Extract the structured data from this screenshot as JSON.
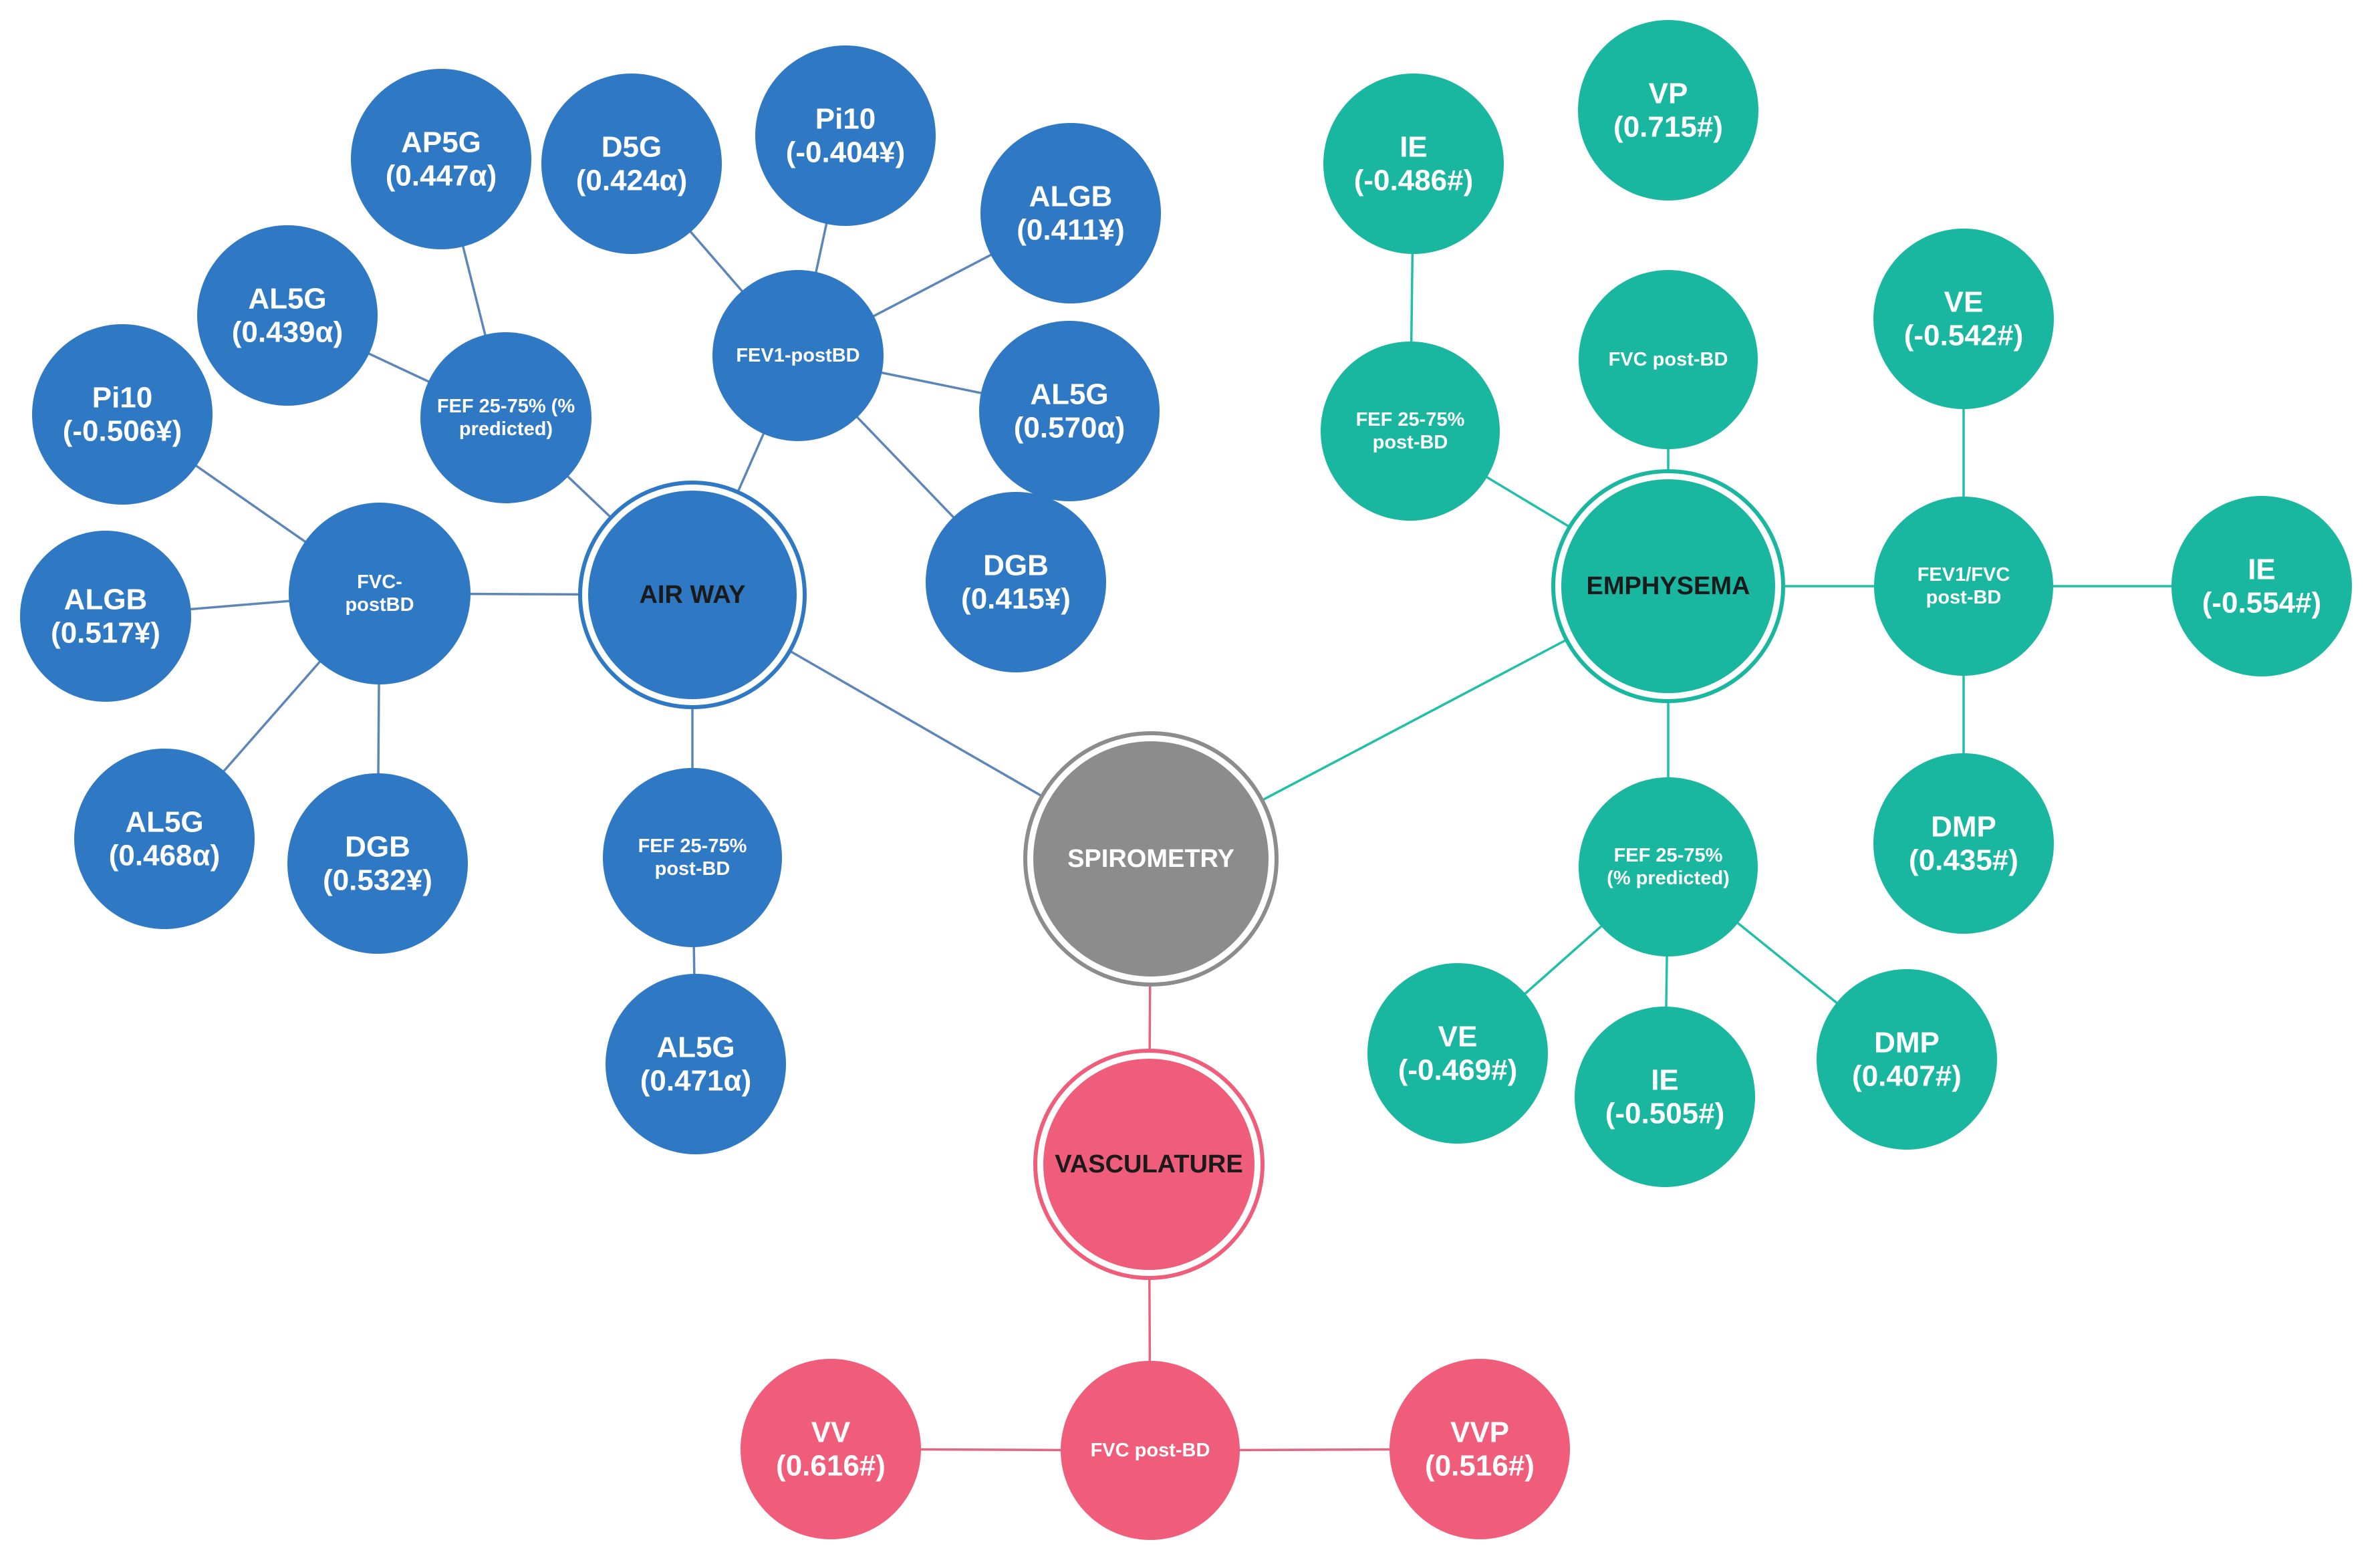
{
  "colors": {
    "airway": "#2f78c4",
    "emphysema": "#19b79f",
    "vasculature": "#ef5d7b",
    "spirometry": "#8c8c8c",
    "airway_edge": "#5d86b8",
    "emphysema_edge": "#1fbfa8",
    "vasculature_edge": "#e5647f"
  },
  "nodes": [
    {
      "id": "spirometry",
      "group": "spirometry",
      "kind": "hub",
      "lines": [
        "SPIROMETRY"
      ]
    },
    {
      "id": "airway",
      "group": "airway",
      "kind": "hub",
      "lines": [
        "AIR WAY"
      ]
    },
    {
      "id": "emphysema",
      "group": "emphysema",
      "kind": "hub",
      "lines": [
        "EMPHYSEMA"
      ]
    },
    {
      "id": "vasculature",
      "group": "vasculature",
      "kind": "hub",
      "lines": [
        "VASCULATURE"
      ]
    },
    {
      "id": "aw_fvc",
      "group": "airway",
      "kind": "mid",
      "lines": [
        "FVC-",
        "postBD"
      ]
    },
    {
      "id": "aw_fef_pred",
      "group": "airway",
      "kind": "mid",
      "lines": [
        "FEF 25-75% (%",
        "predicted)"
      ]
    },
    {
      "id": "aw_fev1",
      "group": "airway",
      "kind": "mid",
      "lines": [
        "FEV1-postBD"
      ]
    },
    {
      "id": "aw_fef_post",
      "group": "airway",
      "kind": "mid",
      "lines": [
        "FEF 25-75%",
        "post-BD"
      ]
    },
    {
      "id": "aw_pi10_a",
      "group": "airway",
      "kind": "leaf",
      "lines": [
        "Pi10",
        "(-0.506¥)"
      ]
    },
    {
      "id": "aw_algb_a",
      "group": "airway",
      "kind": "leaf",
      "lines": [
        "ALGB",
        "(0.517¥)"
      ]
    },
    {
      "id": "aw_al5g_a",
      "group": "airway",
      "kind": "leaf",
      "lines": [
        "AL5G",
        "(0.468α)"
      ]
    },
    {
      "id": "aw_dgb_a",
      "group": "airway",
      "kind": "leaf",
      "lines": [
        "DGB",
        "(0.532¥)"
      ]
    },
    {
      "id": "aw_al5g_b",
      "group": "airway",
      "kind": "leaf",
      "lines": [
        "AL5G",
        "(0.439α)"
      ]
    },
    {
      "id": "aw_ap5g",
      "group": "airway",
      "kind": "leaf",
      "lines": [
        "AP5G",
        "(0.447α)"
      ]
    },
    {
      "id": "aw_d5g",
      "group": "airway",
      "kind": "leaf",
      "lines": [
        "D5G",
        "(0.424α)"
      ]
    },
    {
      "id": "aw_pi10_b",
      "group": "airway",
      "kind": "leaf",
      "lines": [
        "Pi10",
        "(-0.404¥)"
      ]
    },
    {
      "id": "aw_algb_b",
      "group": "airway",
      "kind": "leaf",
      "lines": [
        "ALGB",
        "(0.411¥)"
      ]
    },
    {
      "id": "aw_al5g_c",
      "group": "airway",
      "kind": "leaf",
      "lines": [
        "AL5G",
        "(0.570α)"
      ]
    },
    {
      "id": "aw_dgb_b",
      "group": "airway",
      "kind": "leaf",
      "lines": [
        "DGB",
        "(0.415¥)"
      ]
    },
    {
      "id": "aw_al5g_d",
      "group": "airway",
      "kind": "leaf",
      "lines": [
        "AL5G",
        "(0.471α)"
      ]
    },
    {
      "id": "em_fef_post",
      "group": "emphysema",
      "kind": "mid",
      "lines": [
        "FEF 25-75%",
        "post-BD"
      ]
    },
    {
      "id": "em_fvc",
      "group": "emphysema",
      "kind": "mid",
      "lines": [
        "FVC post-BD"
      ]
    },
    {
      "id": "em_fev1fvc",
      "group": "emphysema",
      "kind": "mid",
      "lines": [
        "FEV1/FVC",
        "post-BD"
      ]
    },
    {
      "id": "em_fef_pred",
      "group": "emphysema",
      "kind": "mid",
      "lines": [
        "FEF 25-75%",
        "(% predicted)"
      ]
    },
    {
      "id": "em_vp",
      "group": "emphysema",
      "kind": "leaf",
      "lines": [
        "VP",
        "(0.715#)"
      ]
    },
    {
      "id": "em_ie_a",
      "group": "emphysema",
      "kind": "leaf",
      "lines": [
        "IE",
        "(-0.486#)"
      ]
    },
    {
      "id": "em_ve_a",
      "group": "emphysema",
      "kind": "leaf",
      "lines": [
        "VE",
        "(-0.542#)"
      ]
    },
    {
      "id": "em_ie_b",
      "group": "emphysema",
      "kind": "leaf",
      "lines": [
        "IE",
        "(-0.554#)"
      ]
    },
    {
      "id": "em_dmp_a",
      "group": "emphysema",
      "kind": "leaf",
      "lines": [
        "DMP",
        "(0.435#)"
      ]
    },
    {
      "id": "em_ve_b",
      "group": "emphysema",
      "kind": "leaf",
      "lines": [
        "VE",
        "(-0.469#)"
      ]
    },
    {
      "id": "em_ie_c",
      "group": "emphysema",
      "kind": "leaf",
      "lines": [
        "IE",
        "(-0.505#)"
      ]
    },
    {
      "id": "em_dmp_b",
      "group": "emphysema",
      "kind": "leaf",
      "lines": [
        "DMP",
        "(0.407#)"
      ]
    },
    {
      "id": "va_fvc",
      "group": "vasculature",
      "kind": "mid",
      "lines": [
        "FVC post-BD"
      ]
    },
    {
      "id": "va_vv",
      "group": "vasculature",
      "kind": "leaf",
      "lines": [
        "VV",
        "(0.616#)"
      ]
    },
    {
      "id": "va_vvp",
      "group": "vasculature",
      "kind": "leaf",
      "lines": [
        "VVP",
        "(0.516#)"
      ]
    }
  ],
  "edges": [
    [
      "spirometry",
      "airway"
    ],
    [
      "spirometry",
      "emphysema"
    ],
    [
      "spirometry",
      "vasculature"
    ],
    [
      "airway",
      "aw_fvc"
    ],
    [
      "airway",
      "aw_fef_pred"
    ],
    [
      "airway",
      "aw_fev1"
    ],
    [
      "airway",
      "aw_fef_post"
    ],
    [
      "aw_fvc",
      "aw_pi10_a"
    ],
    [
      "aw_fvc",
      "aw_algb_a"
    ],
    [
      "aw_fvc",
      "aw_al5g_a"
    ],
    [
      "aw_fvc",
      "aw_dgb_a"
    ],
    [
      "aw_fef_pred",
      "aw_al5g_b"
    ],
    [
      "aw_fef_pred",
      "aw_ap5g"
    ],
    [
      "aw_fev1",
      "aw_d5g"
    ],
    [
      "aw_fev1",
      "aw_pi10_b"
    ],
    [
      "aw_fev1",
      "aw_algb_b"
    ],
    [
      "aw_fev1",
      "aw_al5g_c"
    ],
    [
      "aw_fev1",
      "aw_dgb_b"
    ],
    [
      "aw_fef_post",
      "aw_al5g_d"
    ],
    [
      "emphysema",
      "em_fef_post"
    ],
    [
      "emphysema",
      "em_fvc"
    ],
    [
      "emphysema",
      "em_fev1fvc"
    ],
    [
      "emphysema",
      "em_fef_pred"
    ],
    [
      "em_fef_post",
      "em_ie_a"
    ],
    [
      "em_fev1fvc",
      "em_ve_a"
    ],
    [
      "em_fev1fvc",
      "em_ie_b"
    ],
    [
      "em_fev1fvc",
      "em_dmp_a"
    ],
    [
      "em_fef_pred",
      "em_ve_b"
    ],
    [
      "em_fef_pred",
      "em_ie_c"
    ],
    [
      "em_fef_pred",
      "em_dmp_b"
    ],
    [
      "vasculature",
      "va_fvc"
    ],
    [
      "va_fvc",
      "va_vv"
    ],
    [
      "va_fvc",
      "va_vvp"
    ]
  ]
}
